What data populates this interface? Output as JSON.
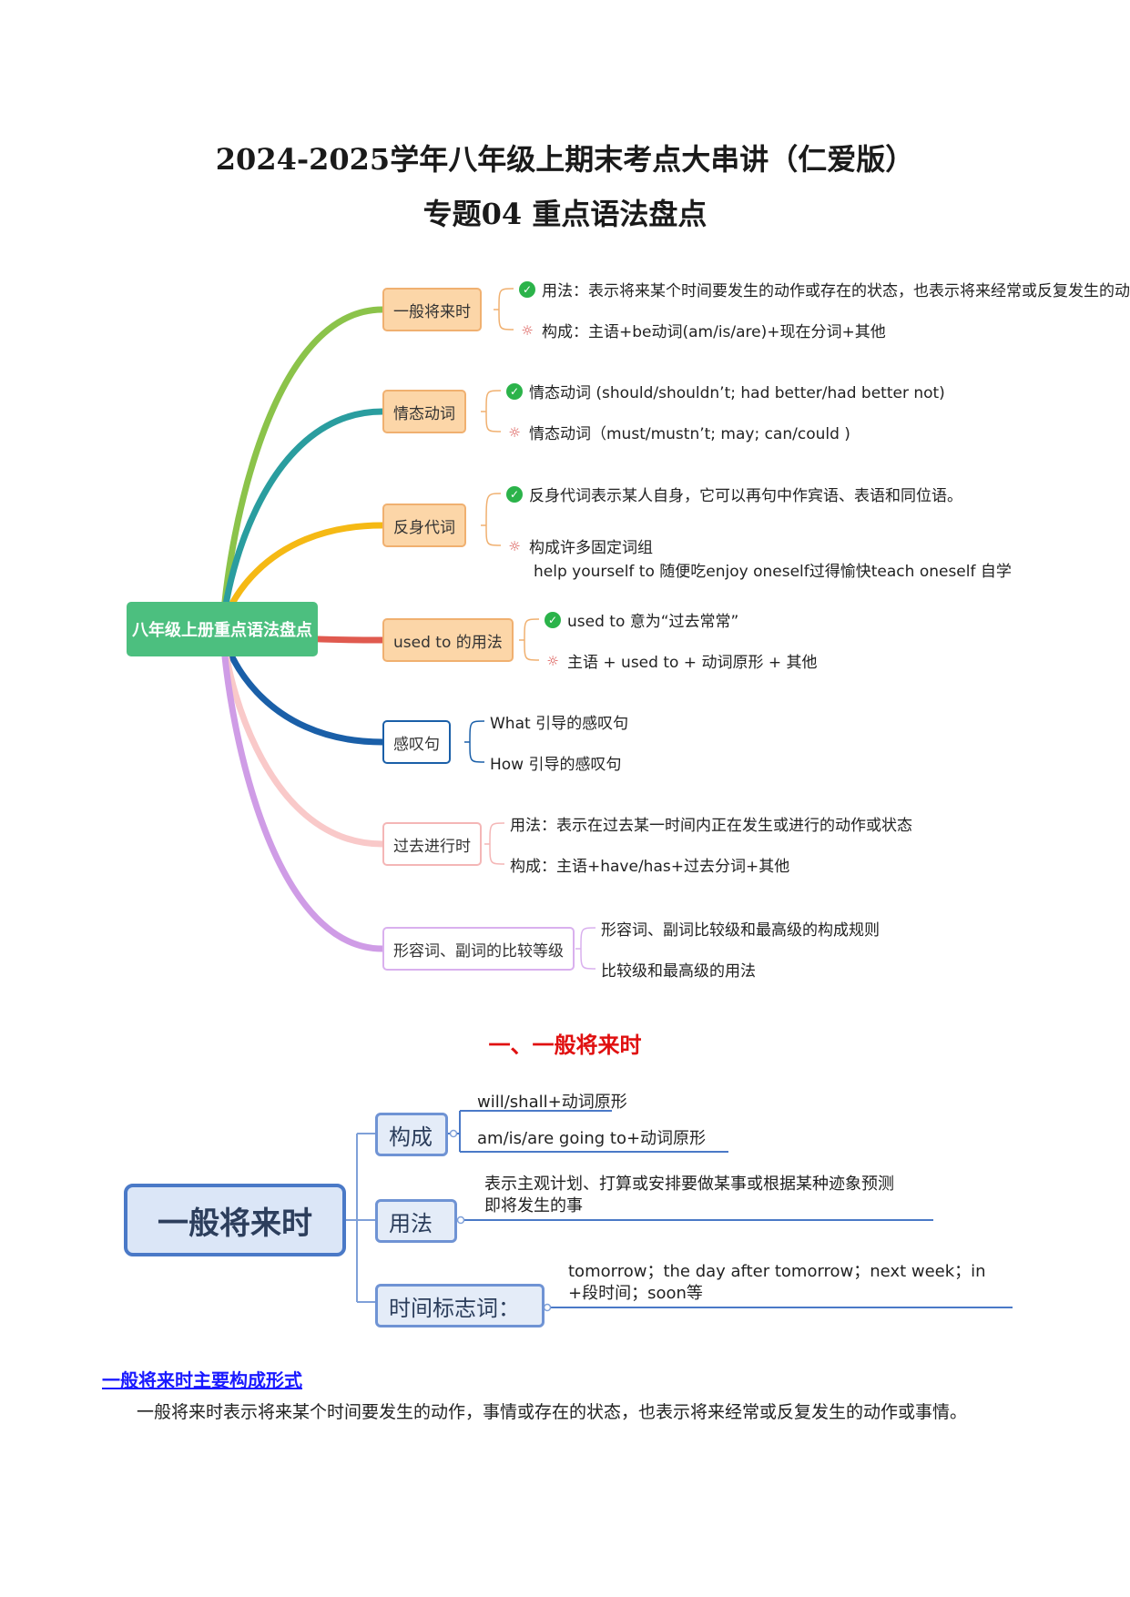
{
  "header": {
    "title_line1": "2024-2025学年八年级上期末考点大串讲（仁爱版）",
    "title_line2": "专题04 重点语法盘点"
  },
  "mindmap": {
    "root": "八年级上册重点语法盘点",
    "root_color": "#4cbf7f",
    "branches": [
      {
        "label": "一般将来时",
        "color": "#8bc34a",
        "node_bg": "#fcd6a8",
        "node_border": "#f0b070",
        "leaves": [
          {
            "icon": "check",
            "text": "用法：表示将来某个时间要发生的动作或存在的状态，也表示将来经常或反复发生的动作"
          },
          {
            "icon": "bulb",
            "text": "构成：主语+be动词(am/is/are)+现在分词+其他"
          }
        ]
      },
      {
        "label": "情态动词",
        "color": "#2a9d9f",
        "node_bg": "#fcd6a8",
        "node_border": "#f0b070",
        "leaves": [
          {
            "icon": "check",
            "text": "情态动词 (should/shouldn’t; had better/had better not)"
          },
          {
            "icon": "bulb",
            "text": "情态动词（must/mustn’t; may; can/could )"
          }
        ]
      },
      {
        "label": "反身代词",
        "color": "#f5b914",
        "node_bg": "#fcd6a8",
        "node_border": "#f0b070",
        "leaves": [
          {
            "icon": "check",
            "text": "反身代词表示某人自身，它可以再句中作宾语、表语和同位语。"
          },
          {
            "icon": "bulb",
            "text": "构成许多固定词组",
            "text2": "help yourself to 随便吃enjoy oneself过得愉快teach oneself  自学"
          }
        ]
      },
      {
        "label": "used to 的用法",
        "color": "#e05a4f",
        "node_bg": "#fcd6a8",
        "node_border": "#f0b070",
        "leaves": [
          {
            "icon": "check",
            "text": "used to 意为“过去常常”"
          },
          {
            "icon": "bulb",
            "text": "主语 + used to + 动词原形 + 其他"
          }
        ]
      },
      {
        "label": "感叹句",
        "color": "#1a5fa8",
        "node_bg": "#ffffff",
        "node_border": "#1a5fa8",
        "leaves": [
          {
            "icon": "",
            "text": "What 引导的感叹句"
          },
          {
            "icon": "",
            "text": "How 引导的感叹句"
          }
        ]
      },
      {
        "label": "过去进行时",
        "color": "#f9c9c9",
        "node_bg": "#ffffff",
        "node_border": "#f4b6b6",
        "leaves": [
          {
            "icon": "",
            "text": "用法：表示在过去某一时间内正在发生或进行的动作或状态"
          },
          {
            "icon": "",
            "text": "构成：主语+have/has+过去分词+其他"
          }
        ]
      },
      {
        "label": "形容词、副词的比较等级",
        "color": "#cf9ce6",
        "node_bg": "#ffffff",
        "node_border": "#d9b0ee",
        "leaves": [
          {
            "icon": "",
            "text": "形容词、副词比较级和最高级的构成规则"
          },
          {
            "icon": "",
            "text": "比较级和最高级的用法"
          }
        ]
      }
    ]
  },
  "section1": {
    "title": "一、一般将来时",
    "root": "一般将来时",
    "nodes": [
      {
        "label": "构成",
        "leaves": [
          "will/shall+动词原形",
          "am/is/are going to+动词原形"
        ]
      },
      {
        "label": "用法",
        "leaves": [
          "表示主观计划、打算或安排要做某事或根据某种迹象预测",
          "即将发生的事"
        ]
      },
      {
        "label": "时间标志词：",
        "leaves": [
          "tomorrow；the day after tomorrow；next week；in",
          "+段时间；soon等"
        ]
      }
    ],
    "heading": "一般将来时主要构成形式",
    "paragraph": "一般将来时表示将来某个时间要发生的动作，事情或存在的状态，也表示将来经常或反复发生的动作或事情。"
  }
}
